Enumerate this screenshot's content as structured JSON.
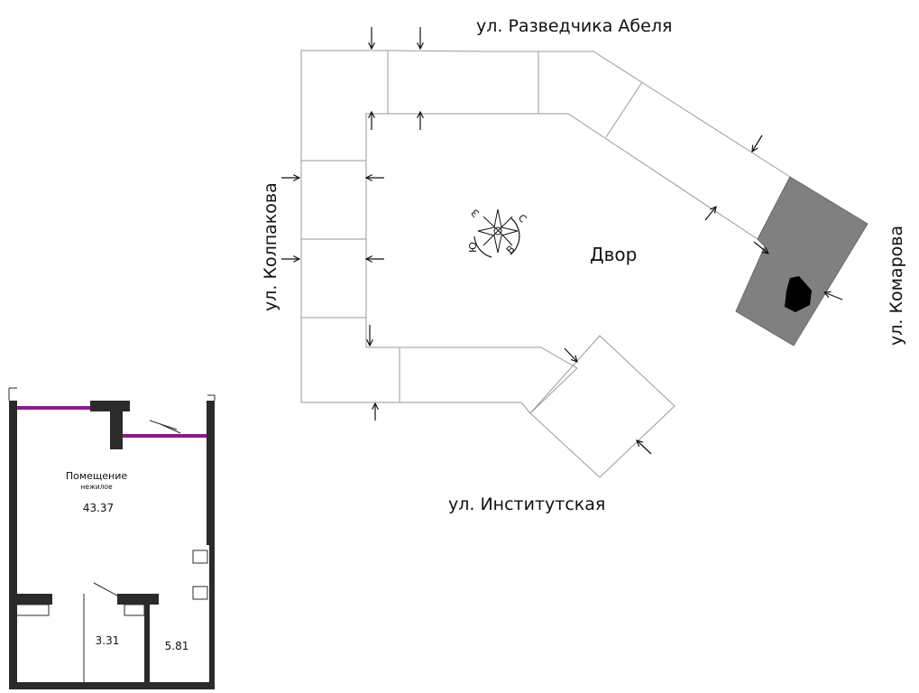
{
  "site_plan": {
    "streets": {
      "north": "ул. Разведчика Абеля",
      "west": "ул. Колпакова",
      "east": "ул. Комарова",
      "south": "ул. Институтская"
    },
    "yard_label": "Двор",
    "compass": {
      "north": "С",
      "east": "В",
      "south": "Ю",
      "west": "З"
    },
    "highlight_color": "#808080"
  },
  "floor_plan": {
    "room_title": "Помещение",
    "room_subtitle": "нежилое",
    "main_area": "43.37",
    "bathroom_area": "3.31",
    "storage_area": "5.81",
    "window_color": "#8e1a8e",
    "wall_color": "#2b2b2b"
  }
}
